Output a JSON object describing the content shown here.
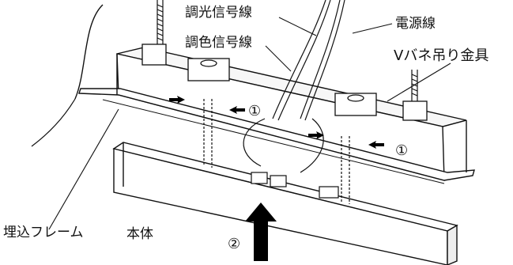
{
  "labels": {
    "dimming_signal_line": "調光信号線",
    "color_signal_line": "調色信号線",
    "power_line": "電源線",
    "v_spring_bracket": "Vバネ吊り金具",
    "embedded_frame": "埋込フレーム",
    "main_body": "本体"
  },
  "steps": {
    "step1": "①",
    "step2": "②"
  },
  "colors": {
    "line": "#111111",
    "frame_fill": "#ffffff",
    "arrow": "#000000"
  }
}
